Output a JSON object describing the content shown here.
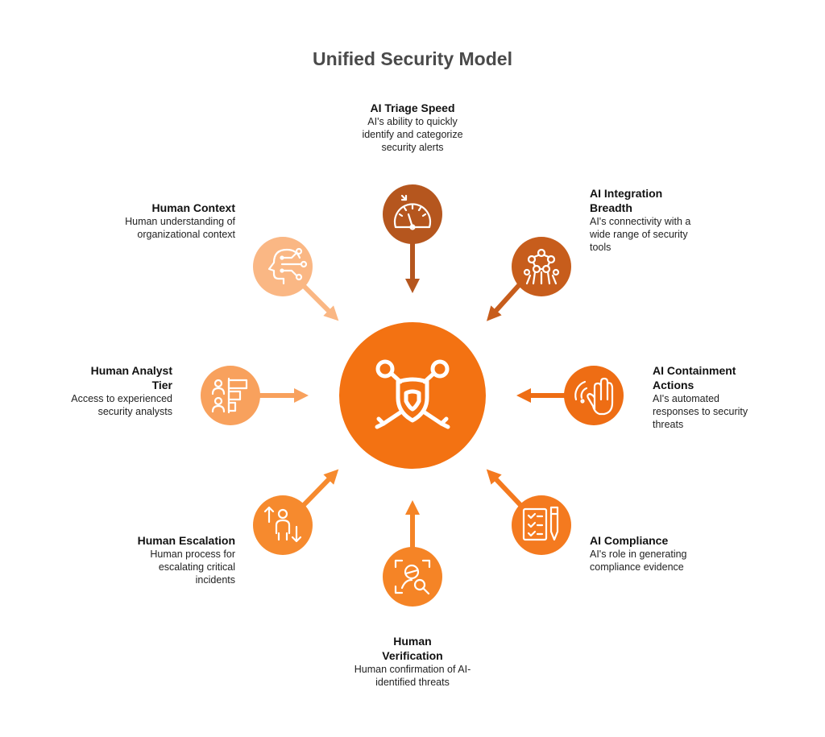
{
  "title": "Unified Security Model",
  "nodes": [
    {
      "title": "AI Triage Speed",
      "desc": "AI's ability to quickly identify and categorize security alerts",
      "color": "#b5561e",
      "icon": "speedometer-icon"
    },
    {
      "title": "AI Integration Breadth",
      "desc": "AI's connectivity with a wide range of security tools",
      "color": "#c75d1c",
      "icon": "molecule-network-icon"
    },
    {
      "title": "AI Containment Actions",
      "desc": "AI's automated responses to security threats",
      "color": "#ee6d14",
      "icon": "hand-signal-icon"
    },
    {
      "title": "AI Compliance",
      "desc": "AI's role in generating compliance evidence",
      "color": "#f47a1f",
      "icon": "checklist-pen-icon"
    },
    {
      "title": "Human Verification",
      "desc": "Human confirmation of AI-identified threats",
      "color": "#f58426",
      "icon": "face-scan-icon"
    },
    {
      "title": "Human Escalation",
      "desc": "Human process for escalating critical incidents",
      "color": "#f68a2e",
      "icon": "person-arrows-icon"
    },
    {
      "title": "Human Analyst Tier",
      "desc": "Access to experienced security analysts",
      "color": "#f8a15d",
      "icon": "analyst-tiers-icon"
    },
    {
      "title": "Human Context",
      "desc": "Human understanding of organizational context",
      "color": "#fab784",
      "icon": "head-network-icon"
    }
  ],
  "center": {
    "color": "#f37212",
    "icon": "shield-hub-icon"
  }
}
